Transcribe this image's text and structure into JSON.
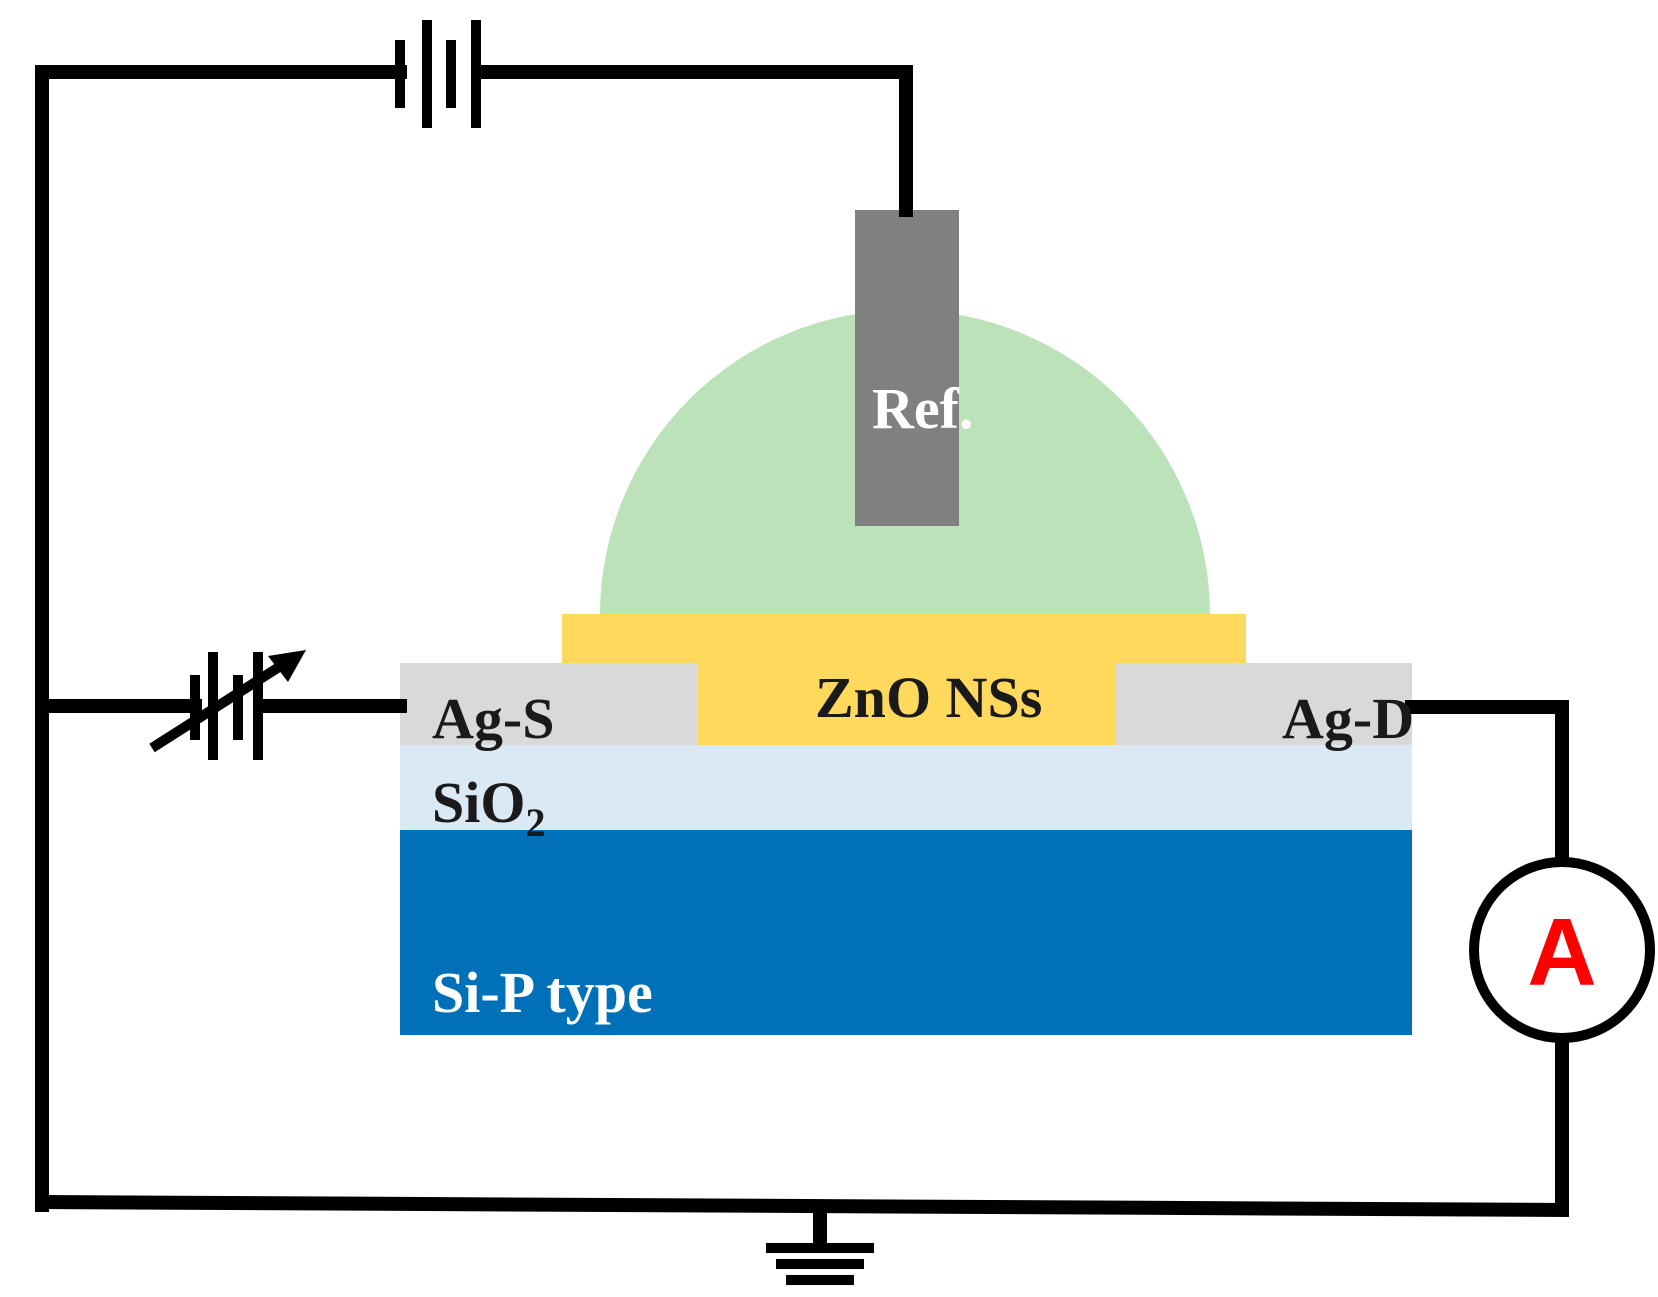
{
  "labels": {
    "reference": "Ref.",
    "zno": "ZnO NSs",
    "source": "Ag-S",
    "drain": "Ag-D",
    "oxide_main": "SiO",
    "oxide_sub": "2",
    "substrate": "Si-P type",
    "ammeter": "A"
  },
  "colors": {
    "electrolyte": "#bbe2b8",
    "reference_electrode": "#808080",
    "zno_layer": "#ffd95c",
    "ag_contact": "#d9d9d9",
    "sio2_layer": "#dbe9f5",
    "si_substrate": "#0070b8",
    "ammeter_letter": "#ff0000",
    "label_dark": "#1a1a1a",
    "label_light": "#ffffff"
  },
  "components": {
    "battery": "battery-symbol",
    "variable_source": "variable-voltage-source-symbol",
    "ammeter": "ammeter-symbol",
    "ground": "ground-symbol"
  }
}
